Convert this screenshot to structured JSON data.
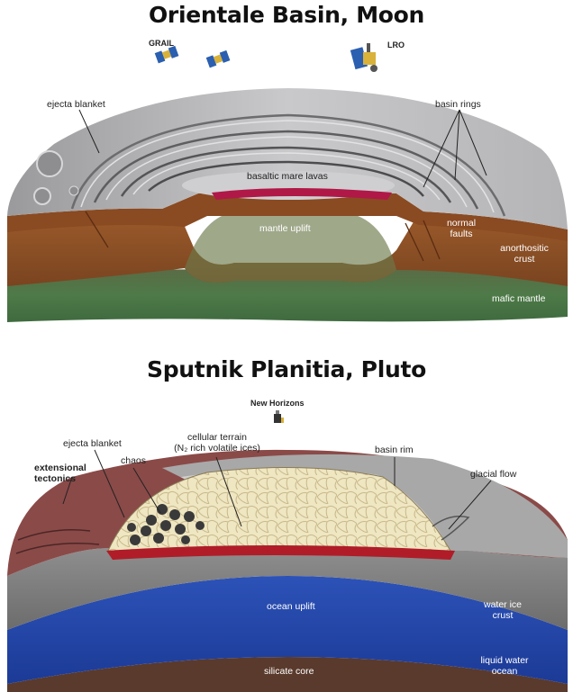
{
  "moon": {
    "title": "Orientale Basin, Moon",
    "spacecraft": {
      "grail": "GRAIL",
      "lro": "LRO"
    },
    "labels": {
      "ejecta_blanket": "ejecta blanket",
      "basin_rings": "basin rings",
      "mare_lavas": "basaltic mare lavas",
      "mantle_uplift": "mantle uplift",
      "normal_faults_1": "normal",
      "normal_faults_2": "faults",
      "crust_1": "anorthositic",
      "crust_2": "crust",
      "mantle": "mafic mantle"
    }
  },
  "pluto": {
    "title": "Sputnik Planitia, Pluto",
    "spacecraft": {
      "new_horizons": "New Horizons"
    },
    "labels": {
      "ejecta_blanket": "ejecta blanket",
      "extensional_1": "extensional",
      "extensional_2": "tectonics",
      "chaos": "chaos",
      "cellular_1": "cellular terrain",
      "cellular_2": "(N₂ rich volatile ices)",
      "basin_rim": "basin rim",
      "glacial_flow": "glacial flow",
      "ocean_uplift": "ocean uplift",
      "water_ice_1": "water ice",
      "water_ice_2": "crust",
      "liquid_water_1": "liquid water",
      "liquid_water_2": "ocean",
      "silicate_core": "silicate core"
    }
  }
}
